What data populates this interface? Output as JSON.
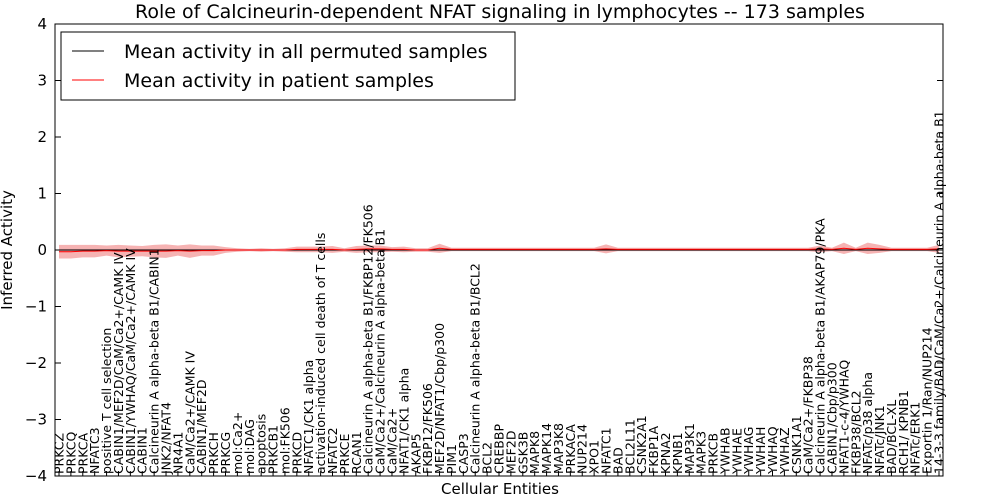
{
  "chart_data": {
    "type": "line",
    "title": "Role of Calcineurin-dependent NFAT signaling in lymphocytes -- 173 samples",
    "xlabel": "Cellular Entities",
    "ylabel": "Inferred Activity",
    "ylim": [
      -4,
      4
    ],
    "yticks": [
      "4",
      "3",
      "2",
      "1",
      "0",
      "−1",
      "−2",
      "−3",
      "−4"
    ],
    "grid": false,
    "legend_position": "top-left",
    "colors": {
      "permuted": "#000000",
      "patient": "#ff0000",
      "patient_band": "#f08080",
      "permuted_band": "#c8c8dc"
    },
    "categories": [
      "PRKCZ",
      "PRKCQ",
      "PRKCA",
      "NFATC3",
      "positive T cell selection",
      "CABIN1/MEF2D/CaM/Ca2+/CAMK IV",
      "CABIN1/YWHAQ/CaM/Ca2+/CAMK IV",
      "CABIN1",
      "Calcineurin A alpha-beta B1/CABIN1",
      "JNK2/NFAT4",
      "NR4A1",
      "CaM/Ca2+/CAMK IV",
      "CABIN1/MEF2D",
      "PRKCH",
      "PRKCG",
      "mol:Ca2+",
      "mol:DAG",
      "apoptosis",
      "PRKCB1",
      "mol:FK506",
      "PRKCD",
      "NFATC1/CK1 alpha",
      "activation-induced cell death of T cells",
      "NFATC2",
      "PRKCE",
      "RCAN1",
      "Calcineurin A alpha-beta B1/FKBP12/FK506",
      "CaM/Ca2+/Calcineurin A alpha-beta B1",
      "CaM/Ca2+",
      "NFAT1/CK1 alpha",
      "AKAP5",
      "FKBP12/FK506",
      "MEF2D/NFAT1/Cbp/p300",
      "PIM1",
      "CASP3",
      "Calcineurin A alpha-beta B1/BCL2",
      "BCL2",
      "CREBBP",
      "MEF2D",
      "GSK3B",
      "MAPK8",
      "MAPK14",
      "MAP3K8",
      "PRKACA",
      "NUP214",
      "XPO1",
      "NFATC1",
      "BAD",
      "BCL2L11",
      "CSNK2A1",
      "FKBP1A",
      "KPNA2",
      "KPNB1",
      "MAP3K1",
      "MAPK3",
      "PRKCB",
      "YWHAB",
      "YWHAE",
      "YWHAG",
      "YWHAH",
      "YWHAQ",
      "YWHAZ",
      "CSNK1A1",
      "CaM/Ca2+/FKBP38",
      "Calcineurin A alpha-beta B1/AKAP79/PKA",
      "CABIN1/Cbp/p300",
      "NFAT1-c-4/YWHAQ",
      "FKBP38/BCL2",
      "NFATc/p38 alpha",
      "NFATc/JNK1",
      "BAD/BCL-XL",
      "RCH1/ KPNB1",
      "NFATc/ERK1",
      "Exportin 1/Ran/NUP214",
      "14-3-3 family/BAD/CaM/Ca2+/Calcineurin A alpha-beta B1"
    ],
    "series": [
      {
        "name": "Mean activity in all permuted samples",
        "values": [
          0,
          0,
          0,
          0,
          0,
          0,
          0,
          0,
          0,
          0,
          0,
          0,
          0,
          0,
          0,
          0,
          0,
          0,
          0,
          0,
          0,
          0,
          0,
          0,
          0,
          0,
          0,
          0,
          0,
          0,
          0,
          0,
          0,
          0,
          0,
          0,
          0,
          0,
          0,
          0,
          0,
          0,
          0,
          0,
          0,
          0,
          0,
          0,
          0,
          0,
          0,
          0,
          0,
          0,
          0,
          0,
          0,
          0,
          0,
          0,
          0,
          0,
          0,
          0,
          0,
          0,
          0,
          0,
          0,
          0,
          0,
          0,
          0,
          0,
          0
        ],
        "spread": [
          0.02,
          0.02,
          0.02,
          0.02,
          0.02,
          0.02,
          0.02,
          0.02,
          0.02,
          0.02,
          0.02,
          0.02,
          0.02,
          0.02,
          0.02,
          0.02,
          0.02,
          0.02,
          0.02,
          0.02,
          0.02,
          0.02,
          0.02,
          0.02,
          0.02,
          0.02,
          0.02,
          0.02,
          0.02,
          0.02,
          0.02,
          0.02,
          0.02,
          0.02,
          0.02,
          0.02,
          0.02,
          0.02,
          0.02,
          0.02,
          0.02,
          0.02,
          0.02,
          0.02,
          0.02,
          0.02,
          0.02,
          0.02,
          0.02,
          0.02,
          0.02,
          0.02,
          0.02,
          0.02,
          0.02,
          0.02,
          0.02,
          0.02,
          0.02,
          0.02,
          0.02,
          0.02,
          0.02,
          0.02,
          0.02,
          0.02,
          0.02,
          0.02,
          0.02,
          0.02,
          0.02,
          0.02,
          0.02,
          0.02,
          0.02
        ]
      },
      {
        "name": "Mean activity in patient samples",
        "values": [
          -0.03,
          -0.03,
          -0.02,
          -0.02,
          -0.01,
          -0.02,
          -0.02,
          -0.02,
          -0.02,
          -0.02,
          -0.01,
          -0.02,
          -0.01,
          -0.01,
          0,
          0,
          0,
          0,
          0,
          0,
          0.01,
          0.01,
          0.01,
          0.01,
          0,
          0.01,
          0.02,
          0.02,
          0.01,
          0.01,
          0,
          0,
          0.03,
          0.01,
          0.01,
          0.01,
          0.01,
          0.01,
          0.01,
          0.01,
          0.01,
          0.01,
          0.01,
          0.01,
          0.01,
          0.01,
          0.02,
          0.01,
          0.01,
          0.01,
          0.01,
          0.01,
          0.01,
          0.01,
          0.01,
          0.01,
          0.01,
          0.01,
          0.01,
          0.01,
          0.01,
          0.01,
          0.01,
          0.01,
          0.02,
          0.01,
          0.03,
          0.01,
          0.03,
          0.02,
          0.01,
          0.01,
          0.01,
          0.01,
          0.02
        ],
        "spread": [
          0.12,
          0.12,
          0.11,
          0.11,
          0.09,
          0.11,
          0.1,
          0.09,
          0.11,
          0.12,
          0.09,
          0.12,
          0.09,
          0.09,
          0.05,
          0.03,
          0.02,
          0.03,
          0.02,
          0.03,
          0.05,
          0.05,
          0.05,
          0.06,
          0.03,
          0.06,
          0.06,
          0.06,
          0.04,
          0.05,
          0.03,
          0.03,
          0.08,
          0.03,
          0.03,
          0.03,
          0.03,
          0.03,
          0.03,
          0.03,
          0.03,
          0.03,
          0.03,
          0.03,
          0.03,
          0.03,
          0.08,
          0.03,
          0.03,
          0.03,
          0.03,
          0.03,
          0.03,
          0.03,
          0.03,
          0.03,
          0.03,
          0.03,
          0.03,
          0.03,
          0.03,
          0.03,
          0.03,
          0.03,
          0.06,
          0.03,
          0.1,
          0.03,
          0.1,
          0.07,
          0.03,
          0.03,
          0.03,
          0.03,
          0.07
        ]
      }
    ]
  }
}
